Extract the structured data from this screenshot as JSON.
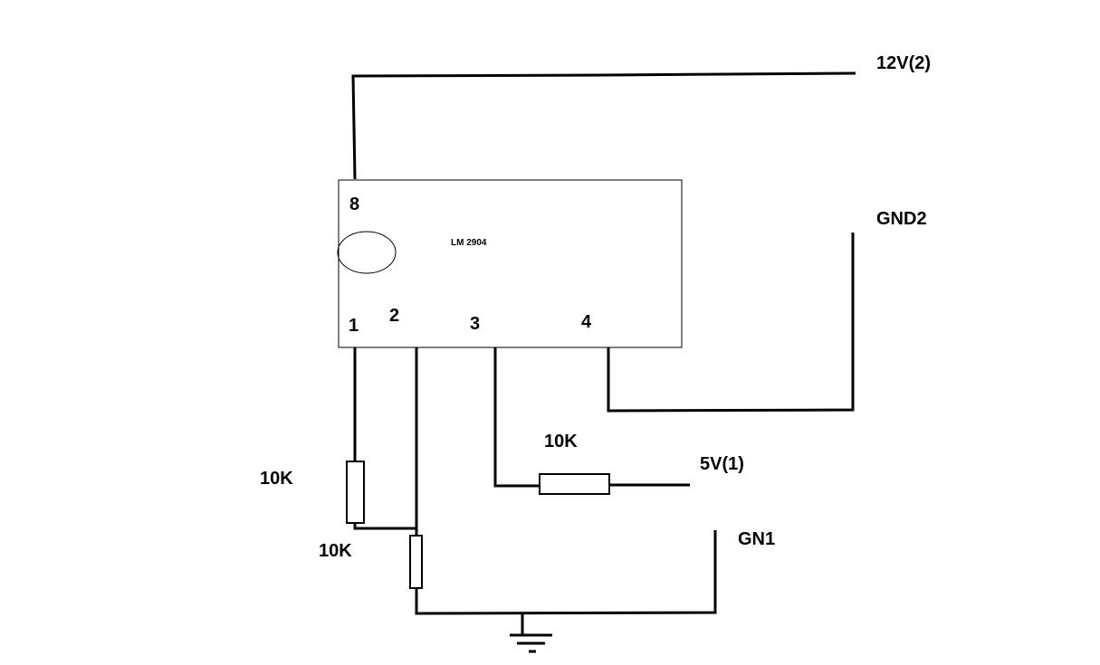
{
  "chip": {
    "name": "LM 2904",
    "pins": {
      "p1": "1",
      "p2": "2",
      "p3": "3",
      "p4": "4",
      "p8": "8"
    }
  },
  "terminals": {
    "v12": "12V(2)",
    "gnd2": "GND2",
    "v5": "5V(1)",
    "gn1": "GN1"
  },
  "resistors": {
    "r_pin3": "10K",
    "r_pin1": "10K",
    "r_ground": "10K"
  },
  "colors": {
    "line": "#000000",
    "background": "#ffffff"
  }
}
